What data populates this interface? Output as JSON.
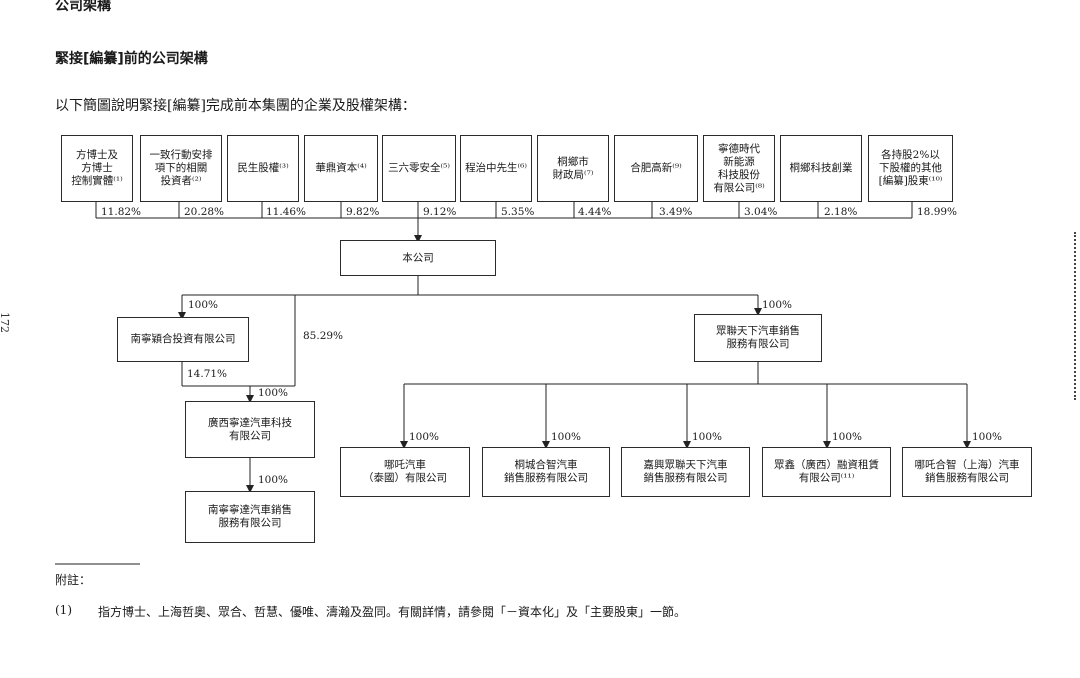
{
  "section_title": "公司架構",
  "sub_title": "緊接[編纂]前的公司架構",
  "intro": "以下簡圖說明緊接[編纂]完成前本集團的企業及股權架構：",
  "page_number": "172",
  "shareholders": [
    {
      "label": "方博士及\n方博士\n控制實體⁽¹⁾",
      "pct": "11.82%"
    },
    {
      "label": "一致行動安排\n項下的相關\n投資者⁽²⁾",
      "pct": "20.28%"
    },
    {
      "label": "民生股權⁽³⁾",
      "pct": "11.46%"
    },
    {
      "label": "華鼎資本⁽⁴⁾",
      "pct": "9.82%"
    },
    {
      "label": "三六零安全⁽⁵⁾",
      "pct": "9.12%"
    },
    {
      "label": "程治中先生⁽⁶⁾",
      "pct": "5.35%"
    },
    {
      "label": "桐鄉市\n財政局⁽⁷⁾",
      "pct": "4.44%"
    },
    {
      "label": "合肥高新⁽⁹⁾",
      "pct": "3.49%"
    },
    {
      "label": "寧德時代\n新能源\n科技股份\n有限公司⁽⁸⁾",
      "pct": "3.04%"
    },
    {
      "label": "桐鄉科技創業",
      "pct": "2.18%"
    },
    {
      "label": "各持股2%以\n下股權的其他\n[編纂]股東⁽¹⁰⁾",
      "pct": "18.99%"
    }
  ],
  "company": "本公司",
  "nanning_invest": {
    "label": "南寧穎合投資有限公司",
    "pct_in": "100%",
    "pct_out": "14.71%"
  },
  "direct_pct": "85.29%",
  "guangxi": {
    "label": "廣西寧達汽車科技\n有限公司",
    "pct_in": "100%"
  },
  "nanning_sales": {
    "label": "南寧寧達汽車銷售\n服務有限公司",
    "pct_in": "100%"
  },
  "zhonglian": {
    "label": "眾聯天下汽車銷售\n服務有限公司",
    "pct_in": "100%"
  },
  "subsidiaries": [
    {
      "label": "哪吒汽車\n（泰國）有限公司",
      "pct": "100%"
    },
    {
      "label": "桐城合智汽車\n銷售服務有限公司",
      "pct": "100%"
    },
    {
      "label": "嘉興眾聯天下汽車\n銷售服務有限公司",
      "pct": "100%"
    },
    {
      "label": "眾鑫（廣西）融資租賃\n有限公司⁽¹¹⁾",
      "pct": "100%"
    },
    {
      "label": "哪吒合智（上海）汽車\n銷售服務有限公司",
      "pct": "100%"
    }
  ],
  "notes_heading": "附註：",
  "note1_num": "(1)",
  "note1_text": "指方博士、上海哲奧、眾合、哲慧、優唯、濤瀚及盈同。有關詳情，請參閱「－資本化」及「主要股東」一節。"
}
